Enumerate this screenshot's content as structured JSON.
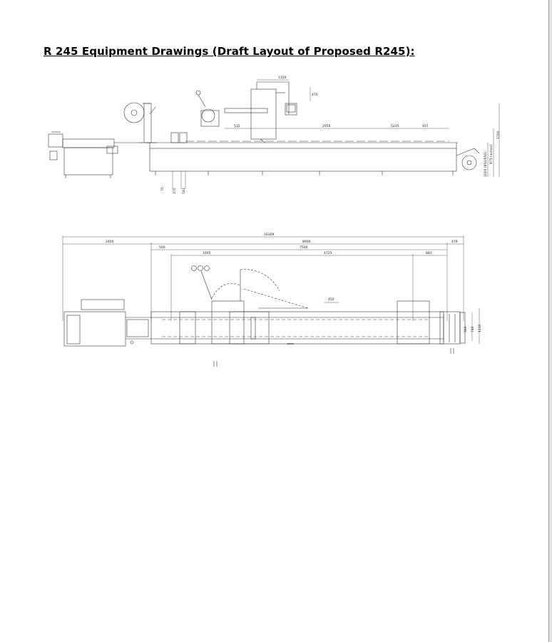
{
  "document": {
    "title": "R 245 Equipment Drawings (Draft Layout of Proposed R245):"
  },
  "side_view": {
    "dimensions": {
      "top_width": "1150",
      "top_height": "470",
      "d532": "532",
      "d2956": "2956",
      "d5215": "5215",
      "d937": "937",
      "h5700": "5700",
      "h_range1": "875 (±max)",
      "h_range2": "1000 (850/950)",
      "b70": "70",
      "b370": "370",
      "b543": "543"
    }
  },
  "top_view": {
    "dimensions": {
      "overall": "16309",
      "left_section": "2400",
      "main_section": "8900",
      "right_end": "479",
      "d500": "500",
      "d7500": "7500",
      "d1605": "1605",
      "d4725": "4725",
      "d883": "883",
      "d450": "450",
      "w560": "560",
      "w740": "740",
      "w1110": "1110"
    }
  }
}
